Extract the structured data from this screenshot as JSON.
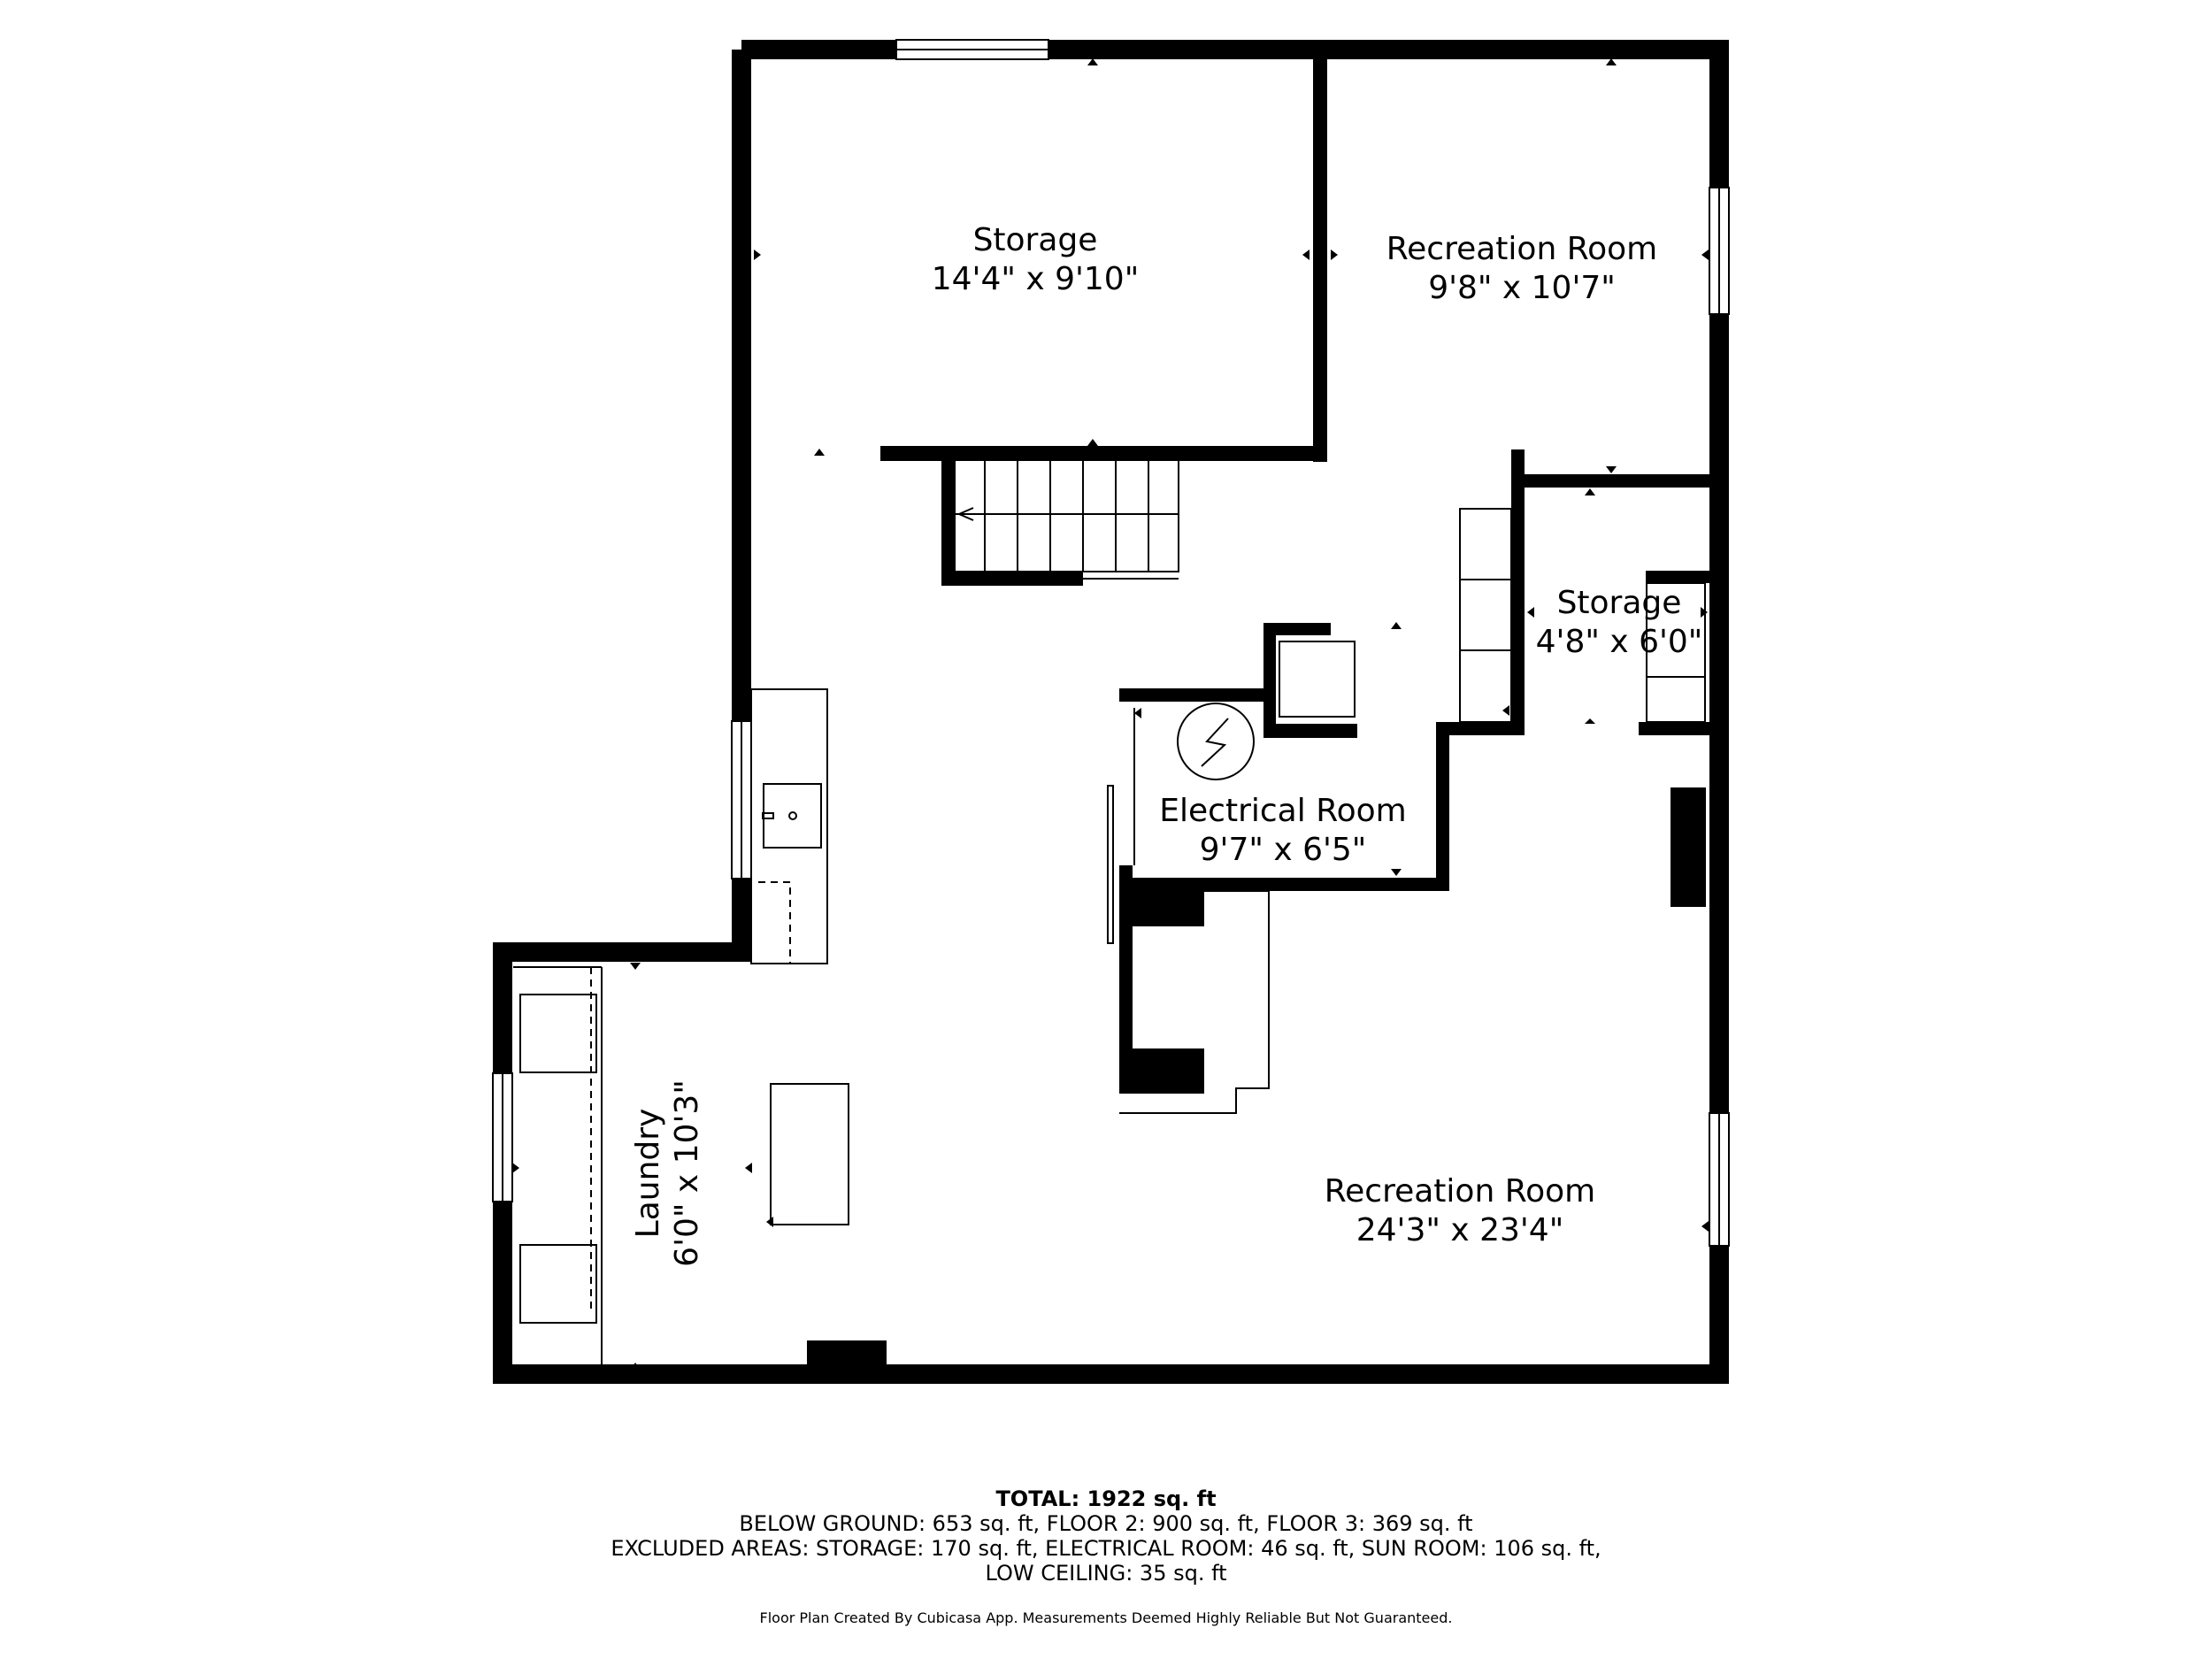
{
  "rooms": {
    "storage_main": {
      "name": "Storage",
      "dims": "14'4\" x 9'10\""
    },
    "rec_small": {
      "name": "Recreation Room",
      "dims": "9'8\" x 10'7\""
    },
    "storage_small": {
      "name": "Storage",
      "dims": "4'8\" x 6'0\""
    },
    "electrical": {
      "name": "Electrical Room",
      "dims": "9'7\" x 6'5\""
    },
    "laundry": {
      "name": "Laundry",
      "dims": "6'0\" x 10'3\""
    },
    "rec_large": {
      "name": "Recreation Room",
      "dims": "24'3\" x 23'4\""
    }
  },
  "footer": {
    "total": "TOTAL: 1922 sq. ft",
    "line1": "BELOW GROUND: 653 sq. ft, FLOOR 2: 900 sq. ft, FLOOR 3: 369 sq. ft",
    "line2": "EXCLUDED AREAS: STORAGE: 170 sq. ft, ELECTRICAL ROOM: 46 sq. ft, SUN ROOM: 106 sq. ft,",
    "line3": "LOW CEILING: 35 sq. ft",
    "credit": "Floor Plan Created By Cubicasa App. Measurements Deemed Highly Reliable But Not Guaranteed."
  },
  "colors": {
    "wall": "#000000",
    "fixture": "#000000",
    "background": "#ffffff"
  }
}
